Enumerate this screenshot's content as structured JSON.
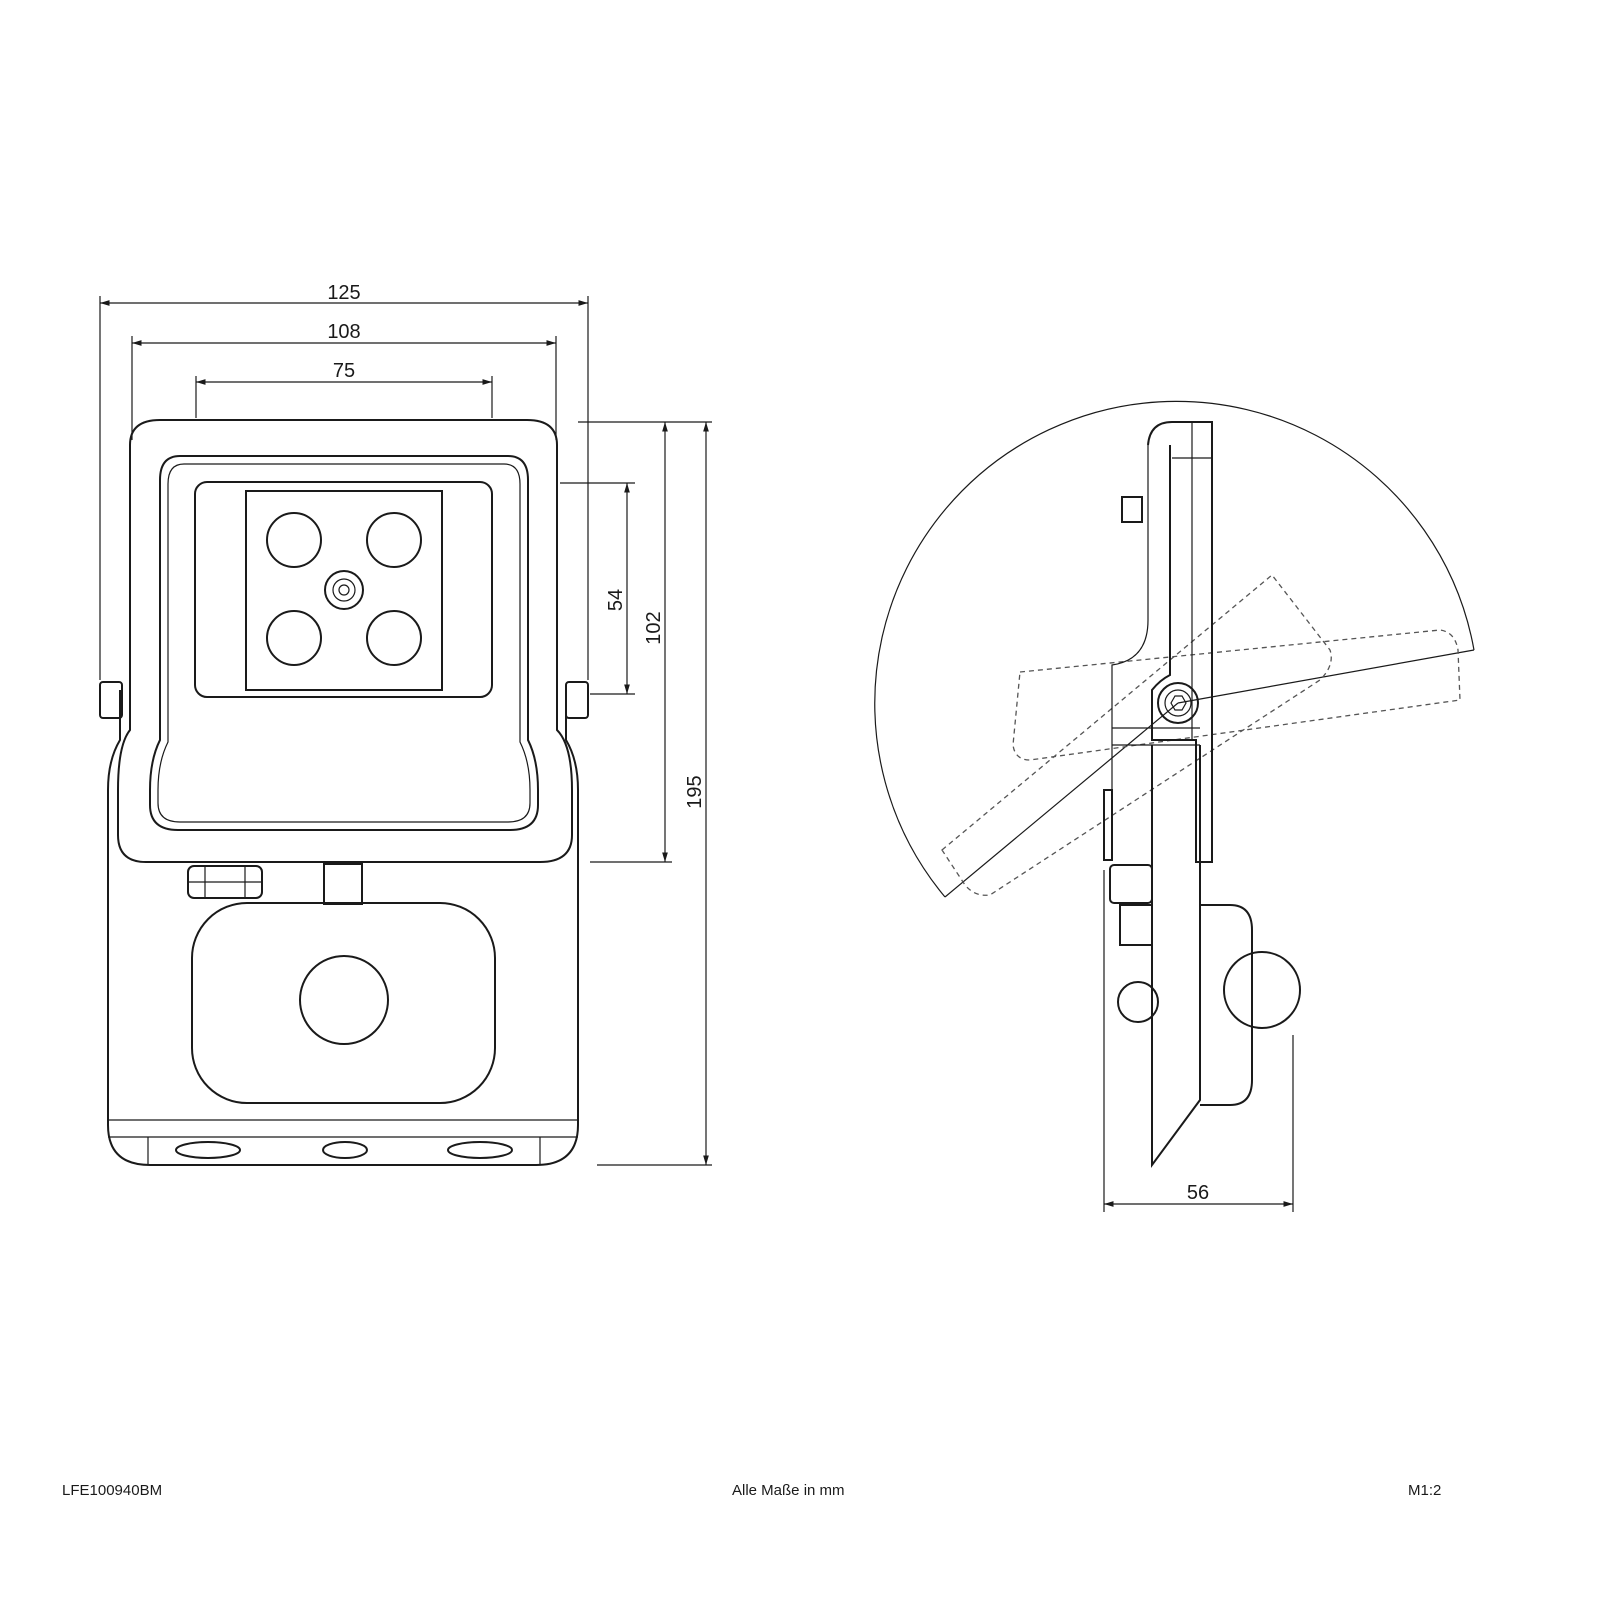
{
  "dimensions": {
    "width_total": "125",
    "width_housing": "108",
    "width_lens": "75",
    "height_lens": "54",
    "height_head": "102",
    "height_total": "195",
    "depth": "56"
  },
  "footer": {
    "article_number": "LFE100940BM",
    "units_note": "Alle Maße in mm",
    "scale": "M1:2"
  },
  "colors": {
    "line": "#1a1a1a",
    "background": "#ffffff"
  }
}
